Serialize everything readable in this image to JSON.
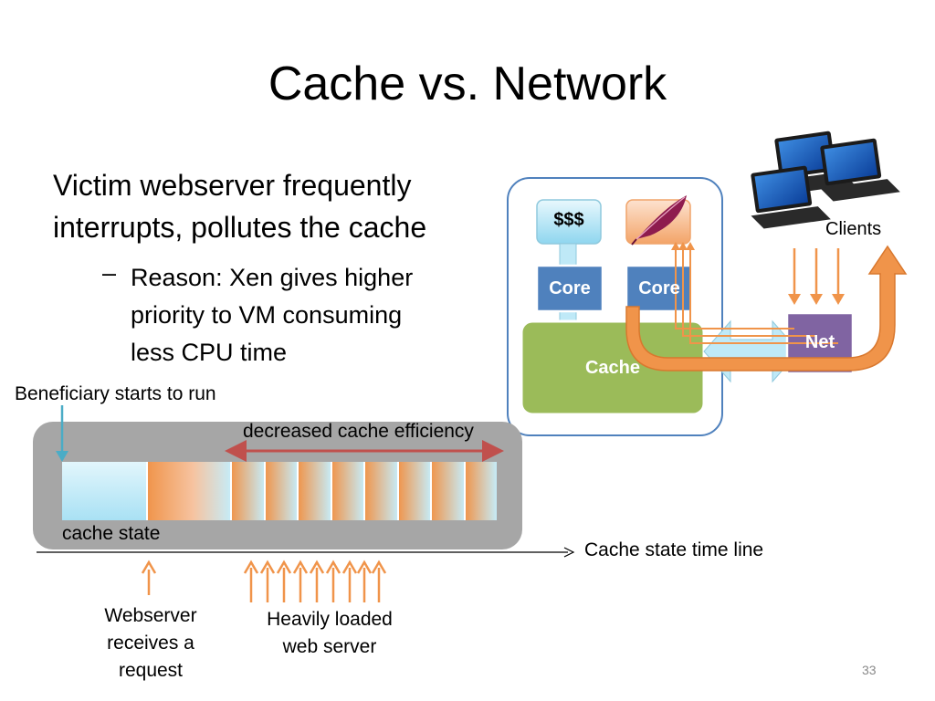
{
  "slide": {
    "title": "Cache vs. Network",
    "bullet": {
      "line1": "Victim webserver frequently",
      "line2": "interrupts, pollutes the cache"
    },
    "sub_dash": "–",
    "sub_bullet": {
      "line1": "Reason: Xen gives higher",
      "line2": "priority to VM consuming",
      "line3": "less CPU time"
    },
    "slide_number": "33"
  },
  "diagram": {
    "money_label": "$$$",
    "core_left_label": "Core",
    "core_right_label": "Core",
    "cache_label": "Cache",
    "net_label": "Net",
    "clients_label": "Clients"
  },
  "timeline": {
    "beneficiary_label": "Beneficiary starts to run",
    "decreased_label": "decreased cache efficiency",
    "cache_state_label": "cache state",
    "axis_label": "Cache state time line",
    "webserver_label": {
      "line1": "Webserver",
      "line2": "receives a",
      "line3": "request"
    },
    "heavily_label": {
      "line1": "Heavily loaded",
      "line2": "web server"
    }
  },
  "colors": {
    "orange": "#f0944a",
    "light_blue": "#bfe9f7",
    "cache_green": "#9bbb59",
    "core_blue": "#4f81bd",
    "net_purple": "#8064a2",
    "gray_panel": "#a6a6a6",
    "red_arrow": "#c0504d"
  }
}
